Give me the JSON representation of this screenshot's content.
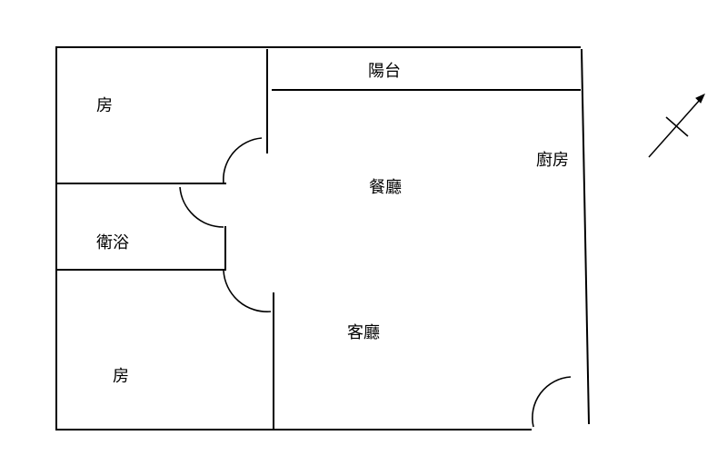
{
  "rooms": {
    "bedroom_top": "房",
    "balcony": "陽台",
    "kitchen": "廚房",
    "dining": "餐廳",
    "bathroom": "衛浴",
    "living": "客廳",
    "bedroom_bottom": "房"
  },
  "colors": {
    "line": "#000000",
    "background": "#ffffff"
  },
  "icons": {
    "compass": "north-arrow-icon"
  }
}
